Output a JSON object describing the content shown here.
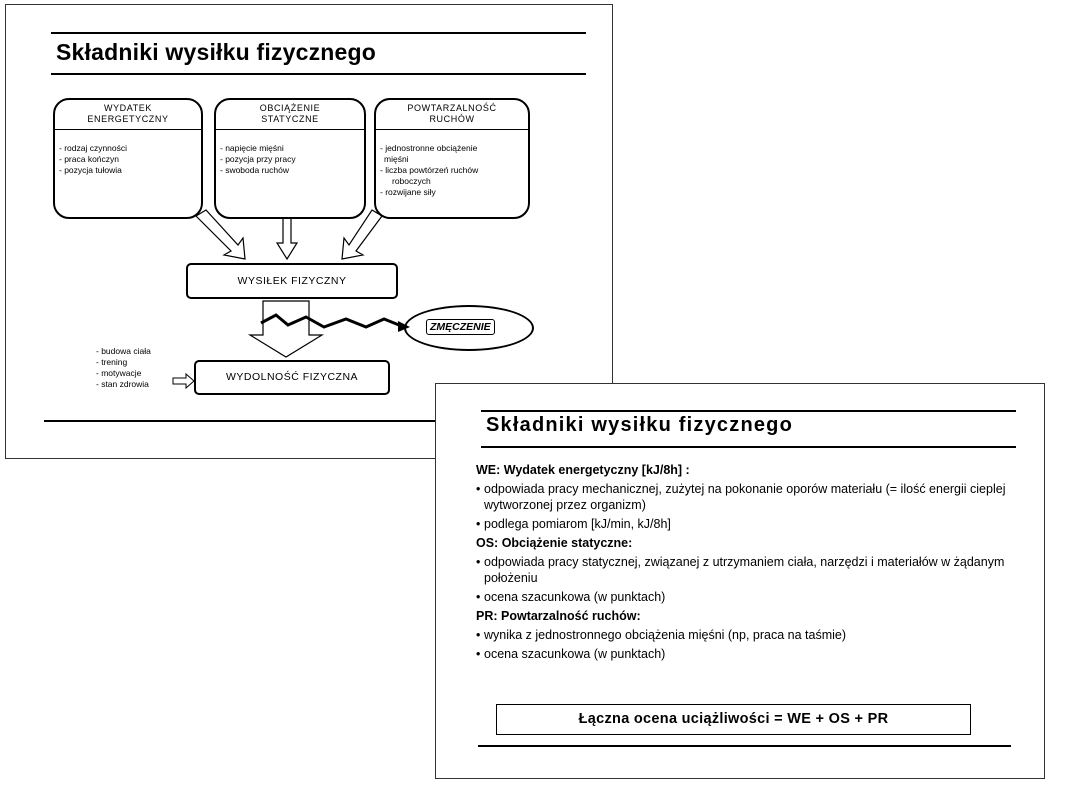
{
  "slide1": {
    "title": "Składniki wysiłku fizycznego",
    "boxes": [
      {
        "head": [
          "WYDATEK",
          "ENERGETYCZNY"
        ],
        "items": [
          "- rodzaj czynności",
          "- praca kończyn",
          "- pozycja tułowia"
        ]
      },
      {
        "head": [
          "OBCIĄŻENIE",
          "STATYCZNE"
        ],
        "items": [
          "- napięcie mięśni",
          "- pozycja przy pracy",
          "- swoboda ruchów"
        ]
      },
      {
        "head": [
          "POWTARZALNOŚĆ",
          "RUCHÓW"
        ],
        "items": [
          "- jednostronne obciążenie",
          "  mięśni",
          "- liczba powtórzeń ruchów",
          "  roboczych",
          "- rozwijane siły"
        ]
      }
    ],
    "effort": "WYSIŁEK FIZYCZNY",
    "fatigue": "ZMĘCZENIE",
    "capacity": "WYDOLNOŚĆ FIZYCZNA",
    "factors": [
      "- budowa ciała",
      "- trening",
      "- motywacje",
      "- stan zdrowia"
    ]
  },
  "slide2": {
    "title": "Składniki wysiłku fizycznego",
    "sections": [
      {
        "heading": "WE: Wydatek energetyczny [kJ/8h] :",
        "bullets": [
          "odpowiada pracy mechanicznej, zużytej na pokonanie oporów materiału (= ilość energii cieplej wytworzonej przez organizm)",
          "podlega pomiarom [kJ/min, kJ/8h]"
        ]
      },
      {
        "heading": "OS: Obciążenie statyczne:",
        "bullets": [
          "odpowiada pracy statycznej, związanej z utrzymaniem ciała, narzędzi i materiałów w żądanym położeniu",
          "ocena szacunkowa (w punktach)"
        ]
      },
      {
        "heading": "PR: Powtarzalność ruchów:",
        "bullets": [
          "wynika z jednostronnego obciążenia mięśni (np, praca na taśmie)",
          "ocena szacunkowa (w punktach)"
        ]
      }
    ],
    "formula": "Łączna ocena uciążliwości = WE + OS + PR"
  }
}
